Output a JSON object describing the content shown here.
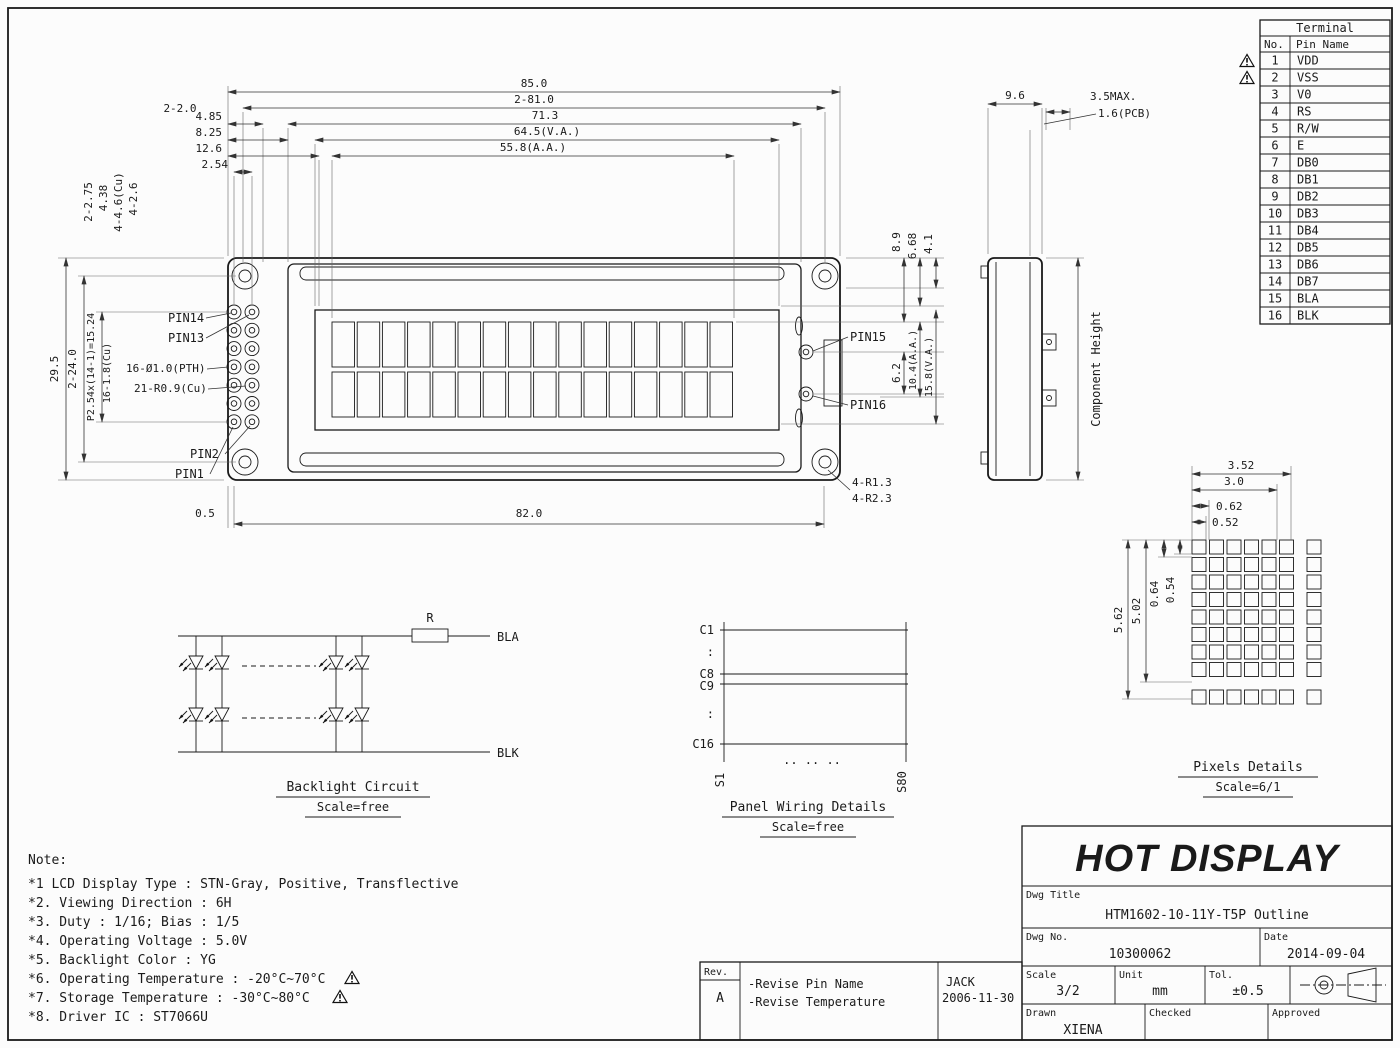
{
  "front_view": {
    "d85": "85.0",
    "d281": "2-81.0",
    "d713": "71.3",
    "d485": "4.85",
    "d645": "64.5(V.A.)",
    "d825": "8.25",
    "d558": "55.8(A.A.)",
    "d126": "12.6",
    "d254": "2.54",
    "d220": "2-2.0",
    "d2275": "2-2.75",
    "d438": "4.38",
    "d446": "4-4.6(Cu)",
    "d426": "4-2.6",
    "d295": "29.5",
    "d2240": "2-24.0",
    "dp254": "P2.54x(14-1)=15.24",
    "d1618": "16-1.8(Cu)",
    "d16pth": "16-Ø1.0(PTH)",
    "d21r": "21-R0.9(Cu)",
    "d05": "0.5",
    "d82": "82.0",
    "d89": "8.9",
    "d668": "6.68",
    "d41": "4.1",
    "d62": "6.2",
    "d104": "10.4(A.A.)",
    "d158": "15.8(V.A.)",
    "r13": "4-R1.3",
    "r23": "4-R2.3",
    "pin1": "PIN1",
    "pin2": "PIN2",
    "pin13": "PIN13",
    "pin14": "PIN14",
    "pin15": "PIN15",
    "pin16": "PIN16"
  },
  "side_view": {
    "d96": "9.6",
    "d35": "3.5MAX.",
    "d16": "1.6(PCB)",
    "component_height": "Component Height"
  },
  "backlight": {
    "r": "R",
    "bla": "BLA",
    "blk": "BLK",
    "title": "Backlight Circuit",
    "scale": "Scale=free"
  },
  "wiring": {
    "c1": "C1",
    "colon1": ":",
    "c8": "C8",
    "c9": "C9",
    "colon2": ":",
    "c16": "C16",
    "s1": "S1",
    "s80": "S80",
    "dots": ".. .. ..",
    "title": "Panel Wiring Details",
    "scale": "Scale=free"
  },
  "pixels": {
    "d352": "3.52",
    "d30": "3.0",
    "d062": "0.62",
    "d052": "0.52",
    "d562": "5.62",
    "d502": "5.02",
    "d064": "0.64",
    "d054": "0.54",
    "title": "Pixels Details",
    "scale": "Scale=6/1",
    "grid": {
      "cols": 6,
      "rows": 8,
      "extra_cols": 1,
      "extra_rows": 1
    }
  },
  "terminal_table": {
    "title": "Terminal",
    "col_no": "No.",
    "col_pin": "Pin Name",
    "rows": [
      {
        "no": "1",
        "name": "VDD"
      },
      {
        "no": "2",
        "name": "VSS"
      },
      {
        "no": "3",
        "name": "V0"
      },
      {
        "no": "4",
        "name": "RS"
      },
      {
        "no": "5",
        "name": "R/W"
      },
      {
        "no": "6",
        "name": "E"
      },
      {
        "no": "7",
        "name": "DB0"
      },
      {
        "no": "8",
        "name": "DB1"
      },
      {
        "no": "9",
        "name": "DB2"
      },
      {
        "no": "10",
        "name": "DB3"
      },
      {
        "no": "11",
        "name": "DB4"
      },
      {
        "no": "12",
        "name": "DB5"
      },
      {
        "no": "13",
        "name": "DB6"
      },
      {
        "no": "14",
        "name": "DB7"
      },
      {
        "no": "15",
        "name": "BLA"
      },
      {
        "no": "16",
        "name": "BLK"
      }
    ]
  },
  "display": {
    "characters": 16,
    "lines": 2,
    "pin_rows": 7,
    "pin_cols": 2
  },
  "notes": {
    "title": "Note:",
    "items": [
      {
        "text": "*1 LCD Display Type : STN-Gray, Positive, Transflective",
        "warn": false
      },
      {
        "text": "*2. Viewing Direction : 6H",
        "warn": false
      },
      {
        "text": "*3. Duty : 1/16; Bias : 1/5",
        "warn": false
      },
      {
        "text": "*4. Operating Voltage : 5.0V",
        "warn": false
      },
      {
        "text": "*5. Backlight Color : YG",
        "warn": false
      },
      {
        "text": "*6. Operating Temperature : -20°C~70°C",
        "warn": true
      },
      {
        "text": "*7. Storage Temperature : -30°C~80°C",
        "warn": true
      },
      {
        "text": "*8. Driver IC : ST7066U",
        "warn": false
      }
    ]
  },
  "title_block": {
    "company": "HOT DISPLAY",
    "dwg_title_label": "Dwg Title",
    "dwg_title": "HTM1602-10-11Y-T5P Outline",
    "dwg_no_label": "Dwg No.",
    "dwg_no": "10300062",
    "date_label": "Date",
    "date": "2014-09-04",
    "scale_label": "Scale",
    "scale": "3/2",
    "unit_label": "Unit",
    "unit": "mm",
    "tol_label": "Tol.",
    "tol": "±0.5",
    "drawn_label": "Drawn",
    "drawn": "XIENA",
    "checked_label": "Checked",
    "approved_label": "Approved"
  },
  "revision": {
    "rev_label": "Rev.",
    "rev": "A",
    "change1": "-Revise Pin Name",
    "change2": "-Revise Temperature",
    "by": "JACK",
    "date": "2006-11-30"
  }
}
